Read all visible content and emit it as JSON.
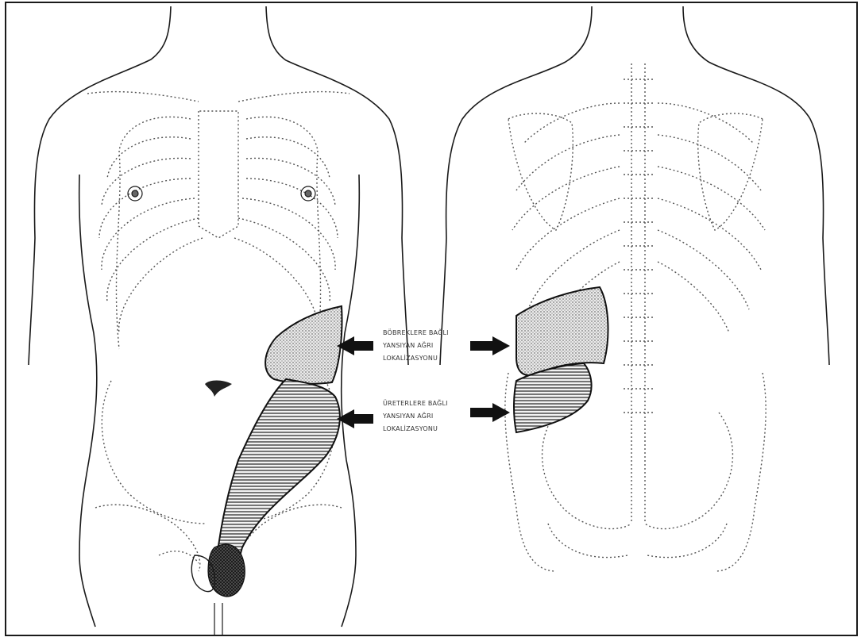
{
  "labels": {
    "kidney": {
      "line1": "BÖBREKLERE BAĞLI",
      "line2": "YANSIYAN AĞRI",
      "line3": "LOKALİZASYONU"
    },
    "ureter": {
      "line1": "ÜRETERLERE BAĞLI",
      "line2": "YANSIYAN AĞRI",
      "line3": "LOKALİZASYONU"
    }
  },
  "colors": {
    "ink": "#1a1a1a",
    "dotted": "#555555",
    "kidney_fill": "#d8d8d8",
    "ureter_fill": "#9a9a9a"
  }
}
